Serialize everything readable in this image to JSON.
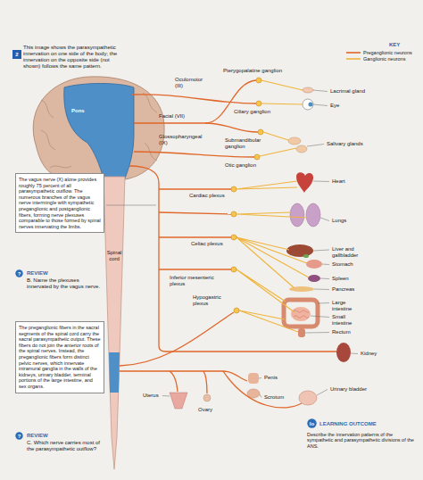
{
  "diagram": {
    "nodes": [
      {
        "text": [
          "2"
        ]
      },
      {
        "text": [
          "The vagus nerve (X) alone provides roughly 75 percent of all parasympathetic outflow. The numerous branches of the vagus nerve intermingle with sympathetic preganglionic and postganglionic fibers, forming nerve plexuses comparable to those formed by spinal nerves innervating the limbs."
        ]
      },
      {
        "text": [
          "?"
        ]
      },
      {
        "text": [
          "The preganglionic fibers in the sacral segments of the spinal cord carry the sacral parasympathetic output. These fibers do not join the anterior roots of the spinal nerves. Instead, the preganglionic fibers form distinct pelvic nerves, which innervate intramural ganglia in the walls of the kidneys, urinary bladder, terminal portions of the large intestine, and sex organs."
        ]
      },
      {
        "text": [
          "?"
        ]
      },
      {
        "text": [
          "lo"
        ]
      }
    ],
    "labels": [
      "This image shows the parasympathetic innervation on one side of the body; the innervation on the opposite side (not shown) follows the same pattern.",
      "KEY",
      "Pterygopalatine ganglion",
      "Oculomotor (III)",
      "Pons",
      "Lacrimal gland",
      "Eye",
      "Ciliary ganglion",
      "Facial (VII)",
      "Submandibular ganglion",
      "Salivary glands",
      "Glossopharyngeal (IX)",
      "Otic ganglion",
      "Heart",
      "Cardiac plexus",
      "Lungs",
      "Spinal cord",
      "Celiac plexus",
      "Liver and gallbladder",
      "Stomach",
      "REVIEW",
      "B. Name the plexuses innervated by the vagus nerve.",
      "Spleen",
      "Inferior mesenteric plexus",
      "Pancreas",
      "Hypogastric plexus",
      "Large intestine",
      "Small intestine",
      "Rectum",
      "Kidney",
      "Penis",
      "Scrotum",
      "Urinary bladder",
      "Uterus",
      "Ovary",
      "REVIEW",
      "C. Which nerve carries most of the parasympathetic outflow?",
      "LEARNING OUTCOME",
      "Describe the innervation patterns of the sympathetic and parasympathetic divisions of the ANS."
    ],
    "legend": [
      {
        "text": "Preganglionic neurons"
      },
      {
        "text": "Ganglionic neurons"
      }
    ]
  }
}
